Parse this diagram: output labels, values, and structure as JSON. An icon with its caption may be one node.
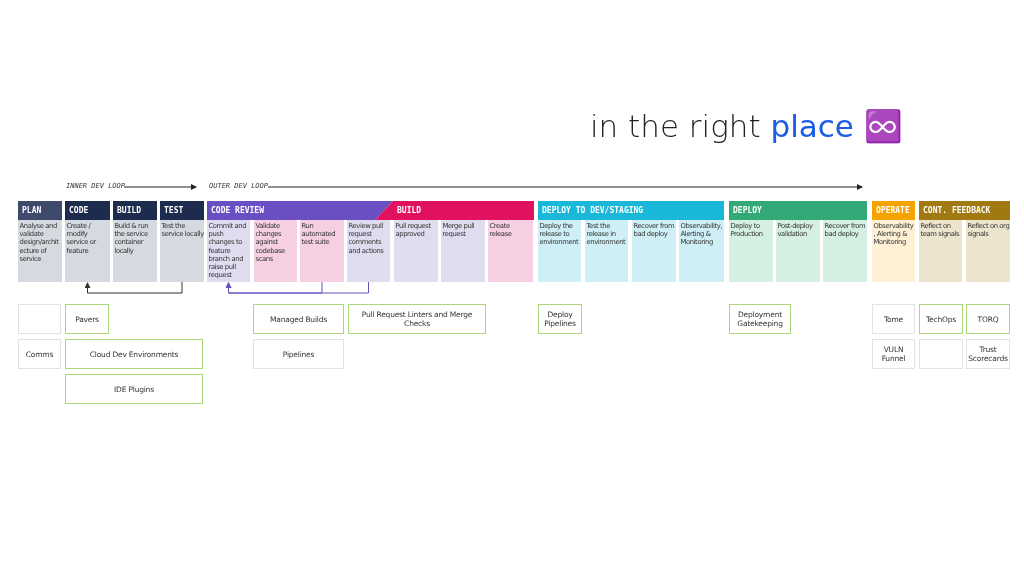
{
  "diagram": {
    "title": "in the right **place** ♾️",
    "nodes": [
      {
        "text": [
          "PLAN"
        ]
      },
      {
        "text": [
          "CODE"
        ]
      },
      {
        "text": [
          "BUILD"
        ]
      },
      {
        "text": [
          "TEST"
        ]
      },
      {
        "text": [
          "CODE REVIEW"
        ]
      },
      {
        "text": [
          "BUILD"
        ]
      },
      {
        "text": [
          "DEPLOY TO DEV/STAGING"
        ]
      },
      {
        "text": [
          "DEPLOY"
        ]
      },
      {
        "text": [
          "OPERATE"
        ]
      },
      {
        "text": [
          "CONT. FEEDBACK"
        ]
      },
      {
        "text": [
          "Analyse and validate design/architecture of service"
        ]
      },
      {
        "text": [
          "Create / modify service or feature"
        ]
      },
      {
        "text": [
          "Build & run the service container locally"
        ]
      },
      {
        "text": [
          "Test the service locally"
        ]
      },
      {
        "text": [
          "Commit and push changes to feature branch and raise pull request"
        ]
      },
      {
        "text": [
          "Validate changes against codebase scans"
        ]
      },
      {
        "text": [
          "Run automated test suite"
        ]
      },
      {
        "text": [
          "Review pull request comments and actions"
        ]
      },
      {
        "text": [
          "Pull request approved"
        ]
      },
      {
        "text": [
          "Merge pull request"
        ]
      },
      {
        "text": [
          "Create release"
        ]
      },
      {
        "text": [
          "Deploy the release to environment"
        ]
      },
      {
        "text": [
          "Test the release in environment"
        ]
      },
      {
        "text": [
          "Recover from bad deploy"
        ]
      },
      {
        "text": [
          "Observability, Alerting & Monitoring"
        ]
      },
      {
        "text": [
          "Deploy to Production"
        ]
      },
      {
        "text": [
          "Post-deploy validation"
        ]
      },
      {
        "text": [
          "Recover from bad deploy"
        ]
      },
      {
        "text": [
          "Observability, Alerting & Monitoring"
        ]
      },
      {
        "text": [
          "Reflect on team signals"
        ]
      },
      {
        "text": [
          "Reflect on org signals"
        ]
      },
      {
        "text": [],
        "shape": "box"
      },
      {
        "text": [
          "Pavers"
        ]
      },
      {
        "text": [
          "Managed Builds"
        ]
      },
      {
        "text": [
          "Pull Request Linters and Merge Checks"
        ]
      },
      {
        "text": [
          "Deploy Pipelines"
        ]
      },
      {
        "text": [
          "Deployment Gatekeeping"
        ]
      },
      {
        "text": [
          "Tome"
        ]
      },
      {
        "text": [
          "TechOps"
        ]
      },
      {
        "text": [
          "TORQ"
        ]
      },
      {
        "text": [
          "Comms"
        ]
      },
      {
        "text": [
          "Cloud Dev Environments"
        ]
      },
      {
        "text": [
          "Pipelines"
        ]
      },
      {
        "text": [
          "VULN Funnel"
        ]
      },
      {
        "text": [],
        "shape": "box"
      },
      {
        "text": [
          "Trust Scorecards"
        ]
      },
      {
        "text": [
          "IDE Plugins"
        ]
      }
    ],
    "edges": [
      {
        "from": 13,
        "to": 11,
        "arrow": "to",
        "color": "#333333"
      },
      {
        "from": 16,
        "to": 14,
        "arrow": "to",
        "color": "#6a4fc3"
      },
      {
        "from": 17,
        "to": 14,
        "arrow": "to",
        "color": "#6a4fc3"
      }
    ],
    "labels": [
      "INNER DEV LOOP",
      "OUTER DEV LOOP"
    ]
  }
}
